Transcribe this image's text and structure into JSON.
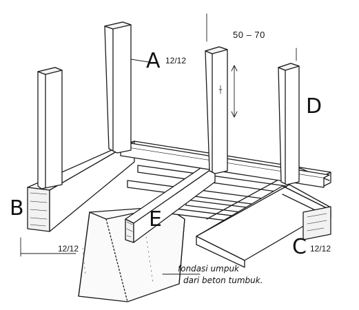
{
  "labels": {
    "a": "A",
    "b": "B",
    "c": "C",
    "d": "D",
    "e": "E"
  },
  "sizes": {
    "a": "12/12",
    "b": "12/12",
    "c": "12/12"
  },
  "spacing": "50 – 70",
  "note": {
    "line1": "fondasi umpuk",
    "line2": "dari beton tumbuk."
  }
}
